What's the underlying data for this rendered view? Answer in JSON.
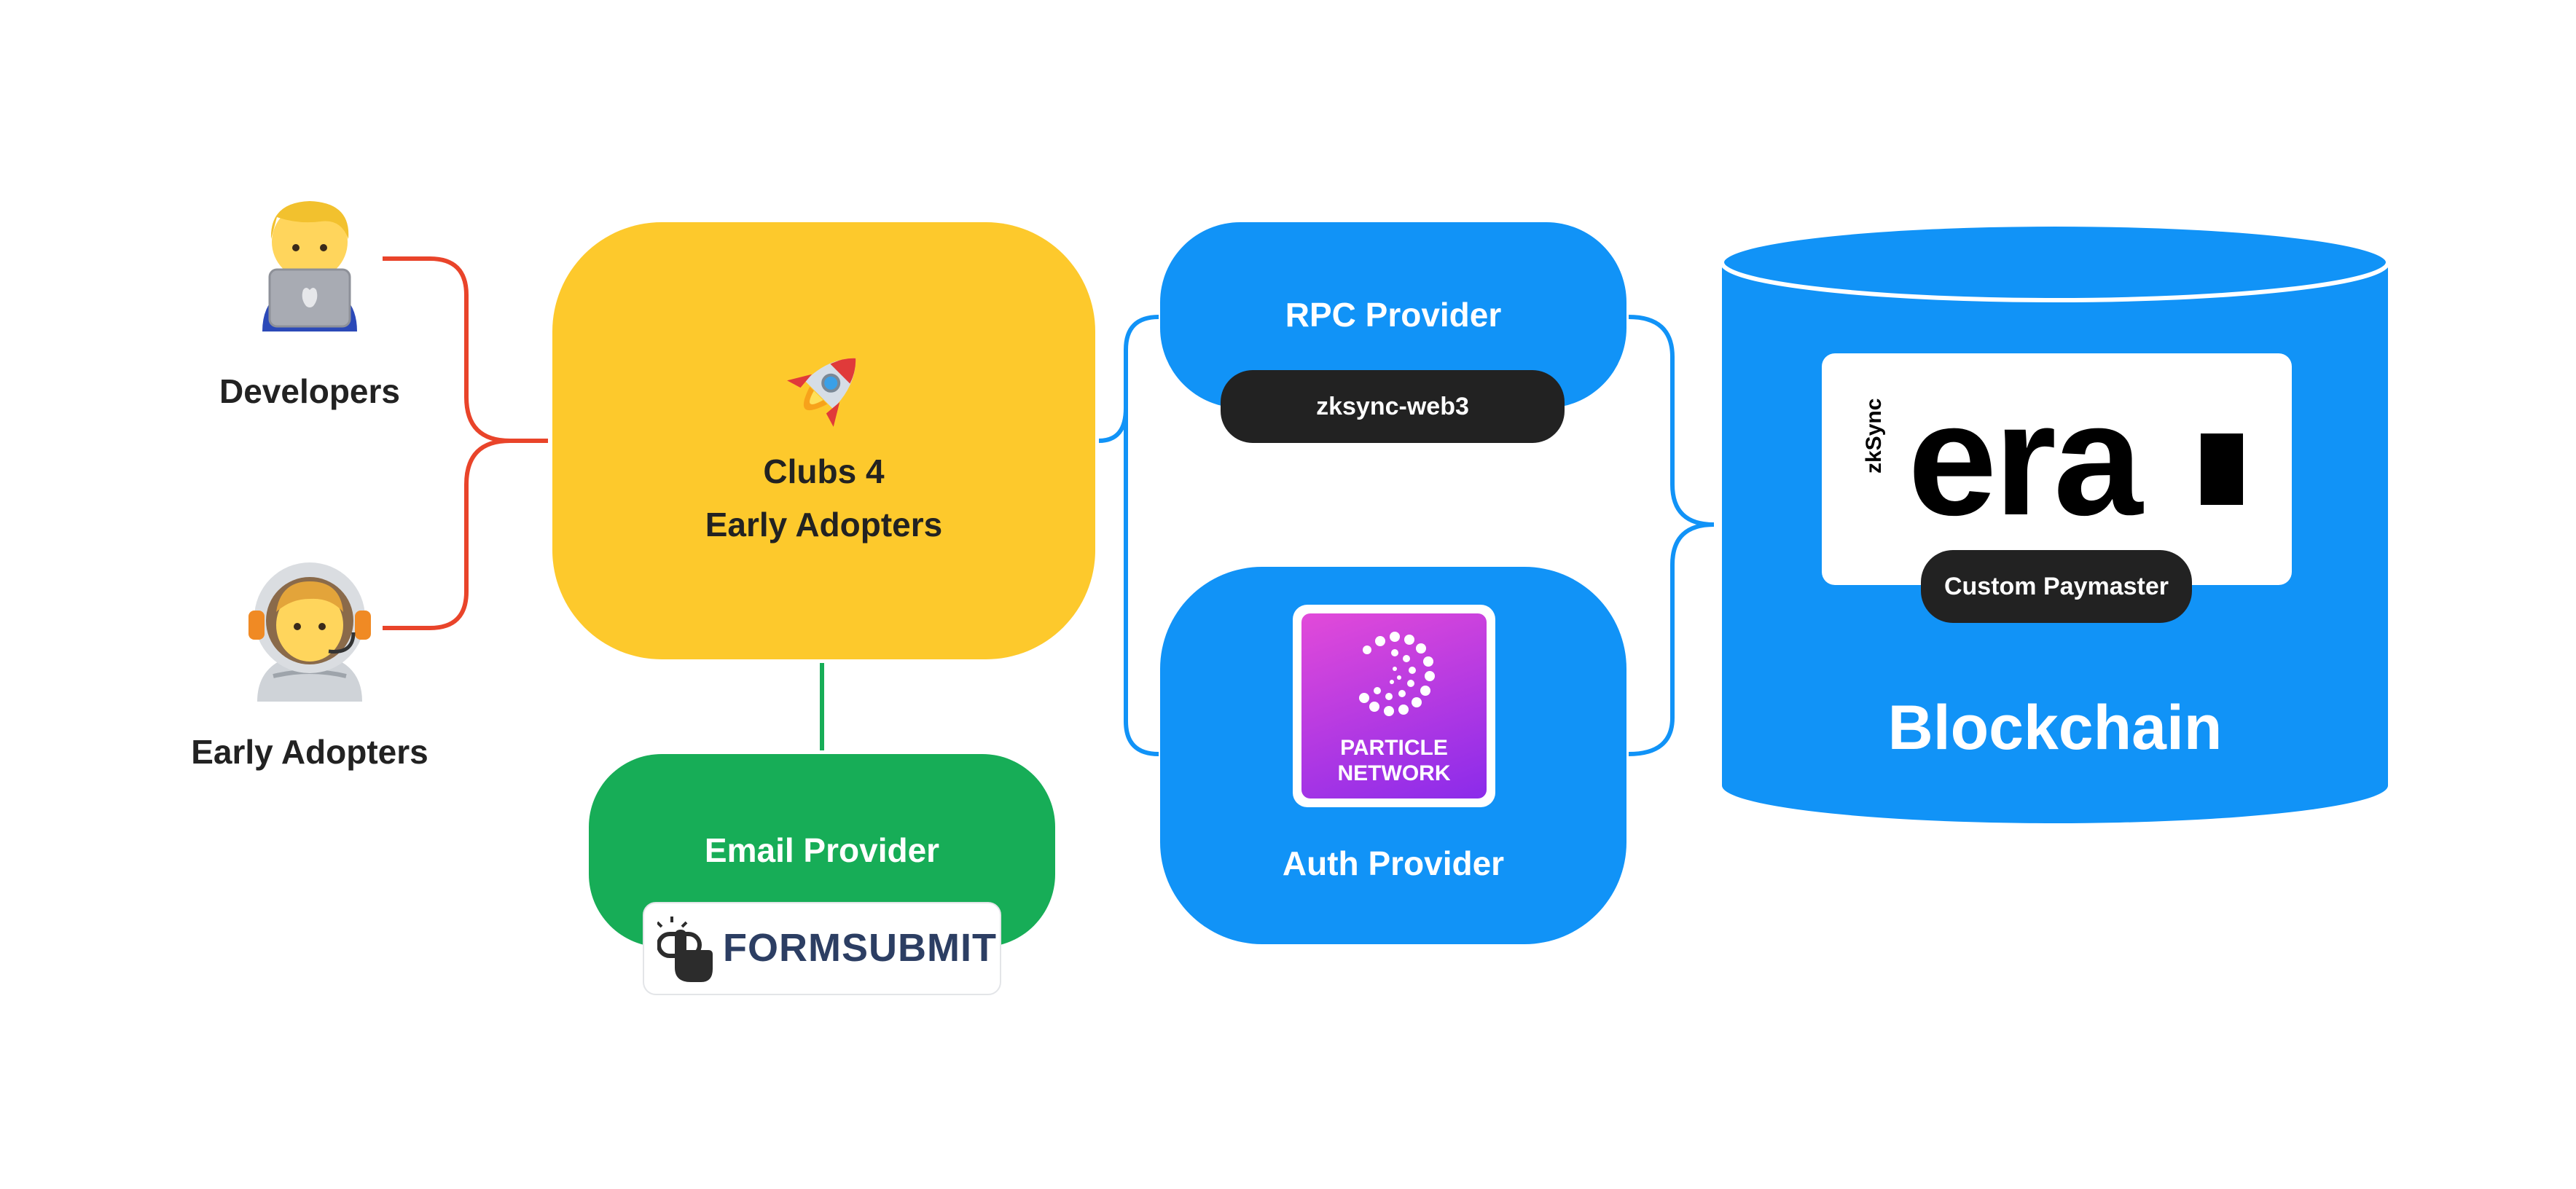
{
  "actors": {
    "developers": "Developers",
    "early_adopters": "Early Adopters"
  },
  "app": {
    "line1": "Clubs 4",
    "line2": "Early Adopters"
  },
  "email": {
    "title": "Email Provider",
    "logo_text": "FORMSUBMIT"
  },
  "rpc": {
    "title": "RPC Provider",
    "badge": "zksync-web3"
  },
  "auth": {
    "title": "Auth Provider",
    "logo_line1": "PARTICLE",
    "logo_line2": "NETWORK"
  },
  "blockchain": {
    "title": "Blockchain",
    "logo_small": "zkSync",
    "logo_big": "era",
    "badge": "Custom Paymaster"
  },
  "colors": {
    "yellow": "#FDC92C",
    "green": "#17AD57",
    "blue": "#1193F7",
    "red": "#E9442A",
    "dark": "#222222",
    "purple_start": "#E24AD9",
    "purple_end": "#8B2BEA",
    "formsubmit_navy": "#2C3E63"
  }
}
